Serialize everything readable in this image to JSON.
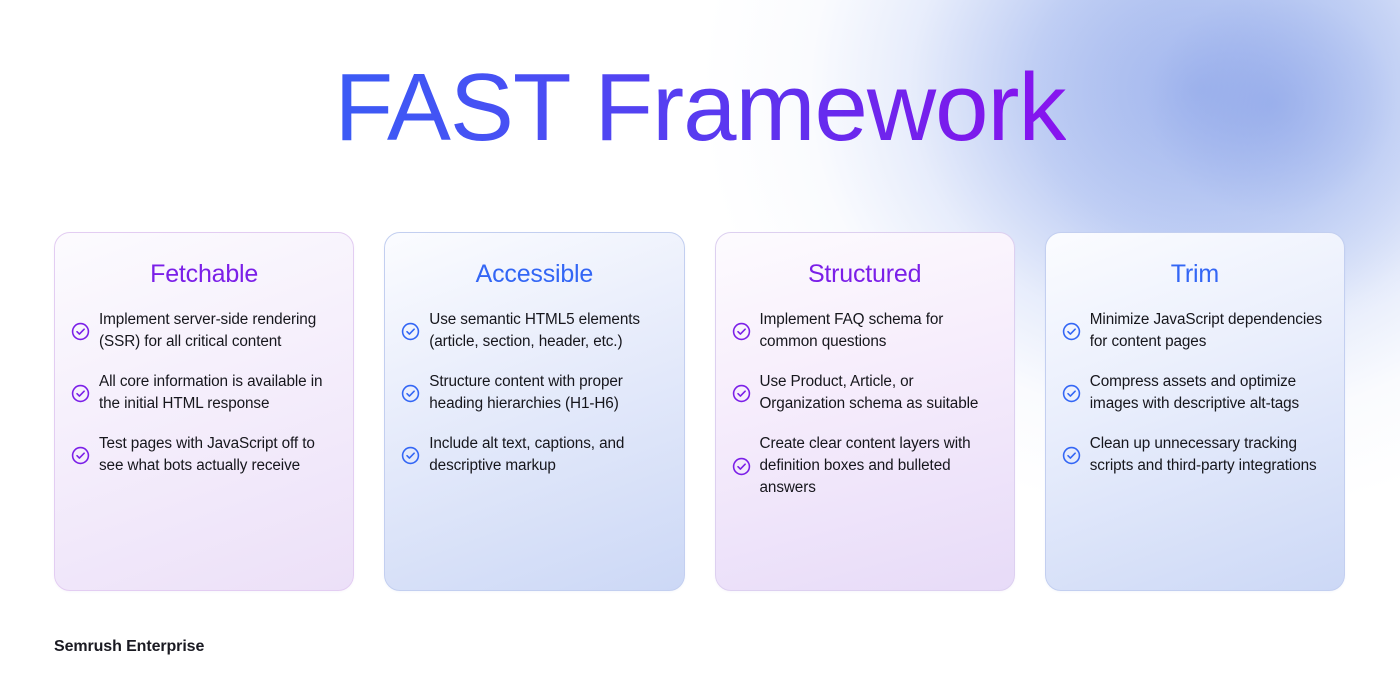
{
  "header": {
    "title": "FAST Framework",
    "gradient_from": "#3b5bf5",
    "gradient_to": "#8814ef"
  },
  "footer": {
    "brand": "Semrush Enterprise"
  },
  "colors": {
    "purple": "#7b1fe8",
    "blue": "#3366f5",
    "body_text": "#16161c",
    "page_background": "#ffffff",
    "glow": "#96ace b"
  },
  "cards": [
    {
      "title": "Fetchable",
      "accent": "#7b1fe8",
      "theme": "purple",
      "icon": "check-circle-icon",
      "bullets": [
        "Implement server-side rendering (SSR) for all critical content",
        "All core information is available in the initial HTML response",
        "Test pages with JavaScript off to see what bots actually receive"
      ]
    },
    {
      "title": "Accessible",
      "accent": "#3366f5",
      "theme": "blue",
      "icon": "check-circle-icon",
      "bullets": [
        "Use semantic HTML5 elements (article, section, header, etc.)",
        "Structure content with proper heading hierarchies (H1-H6)",
        "Include alt text, captions, and descriptive markup"
      ]
    },
    {
      "title": "Structured",
      "accent": "#7b1fe8",
      "theme": "purple2",
      "icon": "check-circle-icon",
      "bullets": [
        "Implement FAQ schema for common questions",
        "Use Product, Article, or Organization schema as suitable",
        "Create clear content layers with definition boxes and bulleted answers"
      ]
    },
    {
      "title": "Trim",
      "accent": "#3366f5",
      "theme": "blue2",
      "icon": "check-circle-icon",
      "bullets": [
        "Minimize JavaScript dependencies for content pages",
        "Compress assets and optimize images with descriptive alt-tags",
        "Clean up unnecessary tracking scripts and third-party integrations"
      ]
    }
  ]
}
